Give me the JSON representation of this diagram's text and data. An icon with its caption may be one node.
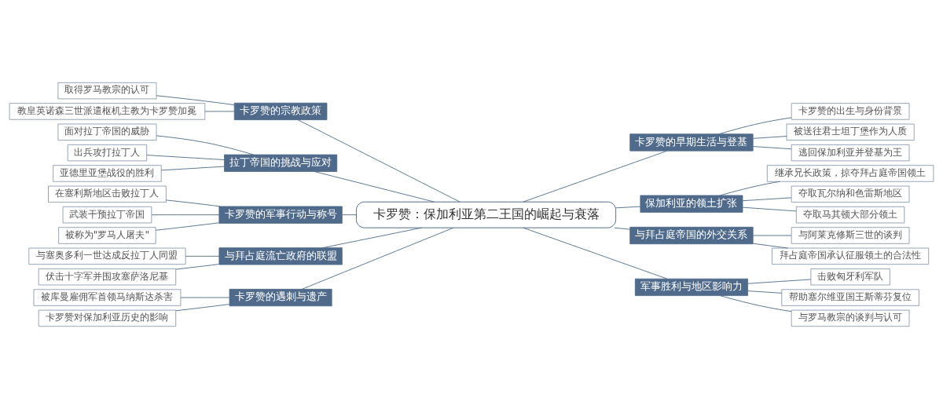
{
  "diagram": {
    "nodes": [
      {
        "text": [
          "卡罗赞：保加利亚第二王国的崛起与衰落"
        ]
      },
      {
        "text": [
          "卡罗赞的宗教政策"
        ]
      },
      {
        "text": [
          "取得罗马教宗的认可"
        ]
      },
      {
        "text": [
          "教皇英诺森三世派遣枢机主教为卡罗赞加冕"
        ]
      },
      {
        "text": [
          "拉丁帝国的挑战与应对"
        ]
      },
      {
        "text": [
          "面对拉丁帝国的威胁"
        ]
      },
      {
        "text": [
          "出兵攻打拉丁人"
        ]
      },
      {
        "text": [
          "亚德里亚堡战役的胜利"
        ]
      },
      {
        "text": [
          "卡罗赞的军事行动与称号"
        ]
      },
      {
        "text": [
          "在塞利斯地区击败拉丁人"
        ]
      },
      {
        "text": [
          "武装干预拉丁帝国"
        ]
      },
      {
        "text": [
          "被称为\"罗马人屠夫\""
        ]
      },
      {
        "text": [
          "与拜占庭流亡政府的联盟"
        ]
      },
      {
        "text": [
          "与塞奥多利一世达成反拉丁人同盟"
        ]
      },
      {
        "text": [
          "伏击十字军并围攻塞萨洛尼基"
        ]
      },
      {
        "text": [
          "卡罗赞的遇刺与遗产"
        ]
      },
      {
        "text": [
          "被库曼雇佣军首领马纳斯达杀害"
        ]
      },
      {
        "text": [
          "卡罗赞对保加利亚历史的影响"
        ]
      },
      {
        "text": [
          "卡罗赞的早期生活与登基"
        ]
      },
      {
        "text": [
          "卡罗赞的出生与身份背景"
        ]
      },
      {
        "text": [
          "被送往君士坦丁堡作为人质"
        ]
      },
      {
        "text": [
          "逃回保加利亚并登基为王"
        ]
      },
      {
        "text": [
          "保加利亚的领土扩张"
        ]
      },
      {
        "text": [
          "继承兄长政策，掠夺拜占庭帝国领土"
        ]
      },
      {
        "text": [
          "夺取瓦尔纳和色雷斯地区"
        ]
      },
      {
        "text": [
          "夺取马其顿大部分领土"
        ]
      },
      {
        "text": [
          "与拜占庭帝国的外交关系"
        ]
      },
      {
        "text": [
          "与阿莱克修斯三世的谈判"
        ]
      },
      {
        "text": [
          "拜占庭帝国承认征服领土的合法性"
        ]
      },
      {
        "text": [
          "军事胜利与地区影响力"
        ]
      },
      {
        "text": [
          "击败匈牙利军队"
        ]
      },
      {
        "text": [
          "帮助塞尔维亚国王斯蒂芬复位"
        ]
      },
      {
        "text": [
          "与罗马教宗的谈判与认可"
        ]
      }
    ],
    "edges": [
      {
        "from": 0,
        "to": 1,
        "arrow": "none"
      },
      {
        "from": 1,
        "to": 2,
        "arrow": "none"
      },
      {
        "from": 1,
        "to": 3,
        "arrow": "none"
      },
      {
        "from": 0,
        "to": 4,
        "arrow": "none"
      },
      {
        "from": 4,
        "to": 5,
        "arrow": "none"
      },
      {
        "from": 4,
        "to": 6,
        "arrow": "none"
      },
      {
        "from": 4,
        "to": 7,
        "arrow": "none"
      },
      {
        "from": 0,
        "to": 8,
        "arrow": "none"
      },
      {
        "from": 8,
        "to": 9,
        "arrow": "none"
      },
      {
        "from": 8,
        "to": 10,
        "arrow": "none"
      },
      {
        "from": 8,
        "to": 11,
        "arrow": "none"
      },
      {
        "from": 0,
        "to": 12,
        "arrow": "none"
      },
      {
        "from": 12,
        "to": 13,
        "arrow": "none"
      },
      {
        "from": 12,
        "to": 14,
        "arrow": "none"
      },
      {
        "from": 0,
        "to": 15,
        "arrow": "none"
      },
      {
        "from": 15,
        "to": 16,
        "arrow": "none"
      },
      {
        "from": 15,
        "to": 17,
        "arrow": "none"
      },
      {
        "from": 0,
        "to": 18,
        "arrow": "none"
      },
      {
        "from": 18,
        "to": 19,
        "arrow": "none"
      },
      {
        "from": 18,
        "to": 20,
        "arrow": "none"
      },
      {
        "from": 18,
        "to": 21,
        "arrow": "none"
      },
      {
        "from": 0,
        "to": 22,
        "arrow": "none"
      },
      {
        "from": 22,
        "to": 23,
        "arrow": "none"
      },
      {
        "from": 22,
        "to": 24,
        "arrow": "none"
      },
      {
        "from": 22,
        "to": 25,
        "arrow": "none"
      },
      {
        "from": 0,
        "to": 26,
        "arrow": "none"
      },
      {
        "from": 26,
        "to": 27,
        "arrow": "none"
      },
      {
        "from": 26,
        "to": 28,
        "arrow": "none"
      },
      {
        "from": 0,
        "to": 29,
        "arrow": "none"
      },
      {
        "from": 29,
        "to": 30,
        "arrow": "none"
      },
      {
        "from": 29,
        "to": 31,
        "arrow": "none"
      },
      {
        "from": 29,
        "to": 32,
        "arrow": "none"
      }
    ]
  }
}
